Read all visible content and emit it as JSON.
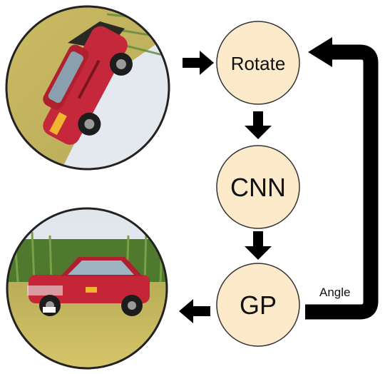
{
  "diagram": {
    "nodes": {
      "rotate": {
        "label": "Rotate"
      },
      "cnn": {
        "label": "CNN"
      },
      "gp": {
        "label": "GP"
      }
    },
    "feedback_edge_label": "Angle",
    "images": {
      "input": {
        "description_icon": "rotated-car-photo"
      },
      "output": {
        "description_icon": "upright-car-photo"
      }
    },
    "colors": {
      "node_fill": "#fdeacb",
      "node_stroke": "#333333",
      "arrow": "#000000"
    }
  }
}
